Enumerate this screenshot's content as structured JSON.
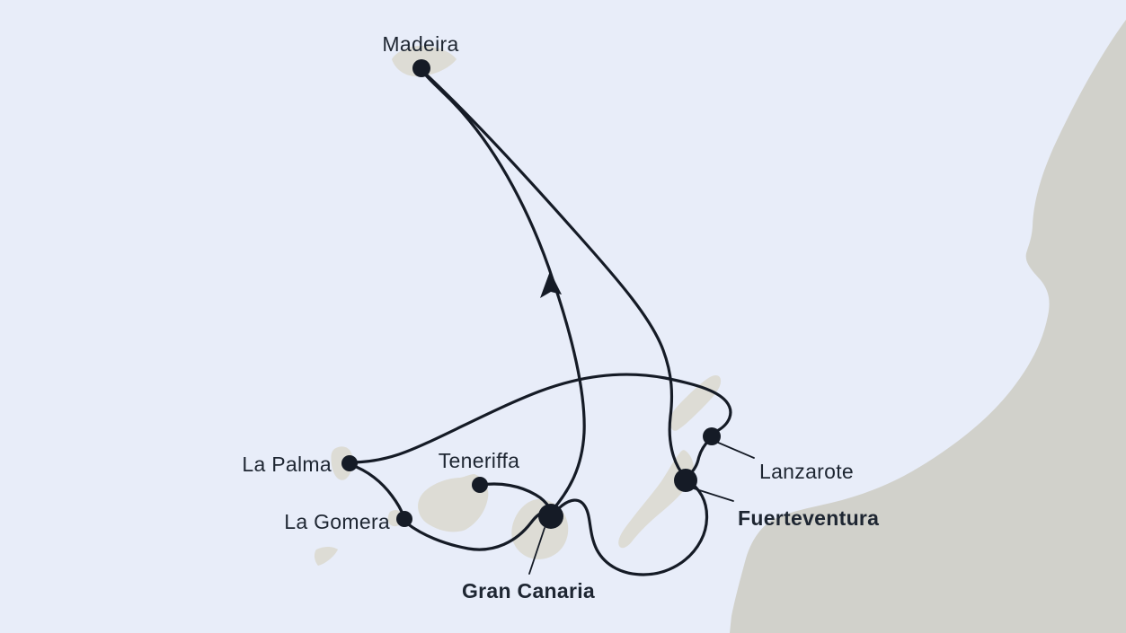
{
  "map": {
    "description": "Cruise route map",
    "colors": {
      "sea": "#e8edf9",
      "mainland": "#d1d1cb",
      "island": "#dddcd5",
      "route": "#151b26",
      "label": "#1e2632"
    },
    "ports": [
      {
        "label": "Madeira",
        "emphasized": false
      },
      {
        "label": "La Palma",
        "emphasized": false
      },
      {
        "label": "Teneriffa",
        "emphasized": false
      },
      {
        "label": "La Gomera",
        "emphasized": false
      },
      {
        "label": "Gran Canaria",
        "emphasized": true
      },
      {
        "label": "Fuerteventura",
        "emphasized": true
      },
      {
        "label": "Lanzarote",
        "emphasized": false
      }
    ],
    "routes": [
      {
        "from": "Gran Canaria",
        "to": "Madeira",
        "direction_arrow": true
      },
      {
        "from": "Madeira",
        "to": "Fuerteventura",
        "direction_arrow": false
      },
      {
        "from": "Fuerteventura",
        "to": "Lanzarote",
        "direction_arrow": false
      },
      {
        "from": "Lanzarote",
        "to": "La Palma",
        "direction_arrow": false
      },
      {
        "from": "La Palma",
        "to": "La Gomera",
        "direction_arrow": false
      },
      {
        "from": "La Gomera",
        "to": "Gran Canaria",
        "direction_arrow": false
      },
      {
        "from": "Teneriffa",
        "to": "Gran Canaria",
        "direction_arrow": false
      },
      {
        "from": "Gran Canaria",
        "to": "Fuerteventura",
        "direction_arrow": false
      }
    ]
  }
}
